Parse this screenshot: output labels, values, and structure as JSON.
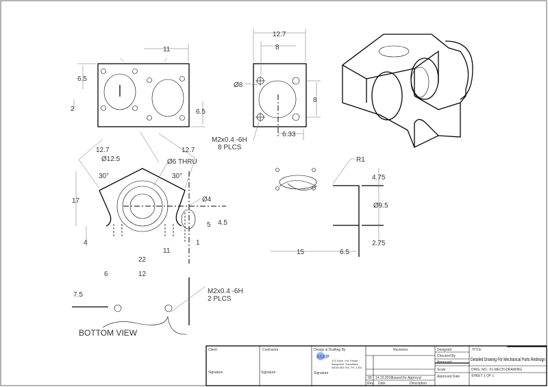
{
  "drawing": {
    "front_view": {
      "dim_width": "11",
      "dim_top": "6.5",
      "dim_left": "2",
      "dim_right": "6.5"
    },
    "side_view": {
      "dim_overall": "12.7",
      "dim_inner": "8",
      "dim_height": "8",
      "dim_offset": "6.33",
      "dim_dia": "Ø8",
      "note_line1": "M2x0.4 -6H",
      "note_line2": "8 PLCS"
    },
    "bottom_view": {
      "dim_left_angle": "12.7",
      "dim_right_angle": "12.7",
      "dim_dia_large": "Ø12.5",
      "dim_dia_thru": "Ø6 THRU",
      "angle_left": "30°",
      "angle_right": "30°",
      "dim_dia_small": "Ø4",
      "dim_17": "17",
      "dim_4": "4",
      "dim_5": "5",
      "dim_45": "4.5",
      "dim_1": "1",
      "dim_11": "11",
      "dim_22": "22",
      "dim_6": "6",
      "dim_12": "12",
      "dim_75": "7.5",
      "note_line1": "M2x0.4 -6H",
      "note_line2": "2 PLCS",
      "label": "BOTTOM VIEW"
    },
    "section_view": {
      "radius": "R1",
      "dim_top": "4.75",
      "dim_dia": "Ø9.5",
      "dim_bottom": "2.75",
      "dim_15": "15",
      "dim_65": "6.5"
    }
  },
  "title_block": {
    "client": "Client",
    "contractor": "Contractor",
    "design_by": "Design & Drafting By",
    "logo_text": "SSEP",
    "address_line1": "123 Drive, Ind. Estate",
    "address_line2": "Bangalore, Karnataka",
    "address_line3": "INDIA 560 001, Ph: 1234",
    "signature_client": "Signature",
    "signature_contractor": "Signature",
    "signature_design": "Signature",
    "revisions": "Revisions",
    "rev_no": "00",
    "rev_date": "14.10.2019",
    "rev_desc": "Issued for Approval",
    "rev_label": "Rev.",
    "date_label": "Date",
    "desc_label": "Description",
    "designed": "Designed",
    "checked": "Checked By",
    "approved": "Approved",
    "scale": "Scale",
    "approved_by": "Approved Date",
    "title_label": "TITLE",
    "title": "Detailed Drawing For Mechanical Parts Redesign",
    "dwg_no": "DWG. NO.: 01-MECH-DRAWING",
    "sheet": "SHEET 1 OF 1",
    "logo_color": "#3a6fc4"
  }
}
